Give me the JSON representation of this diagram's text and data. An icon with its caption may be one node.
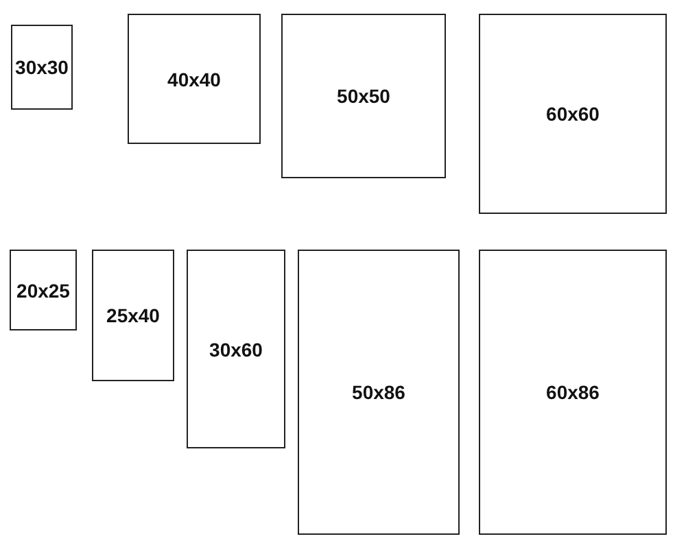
{
  "diagram": {
    "nodes": [
      {
        "text": [
          "30x30"
        ]
      },
      {
        "text": [
          "40x40"
        ]
      },
      {
        "text": [
          "50x50"
        ]
      },
      {
        "text": [
          "60x60"
        ]
      },
      {
        "text": [
          "20x25"
        ]
      },
      {
        "text": [
          "25x40"
        ]
      },
      {
        "text": [
          "30x60"
        ]
      },
      {
        "text": [
          "50x86"
        ]
      },
      {
        "text": [
          "60x86"
        ]
      }
    ]
  }
}
